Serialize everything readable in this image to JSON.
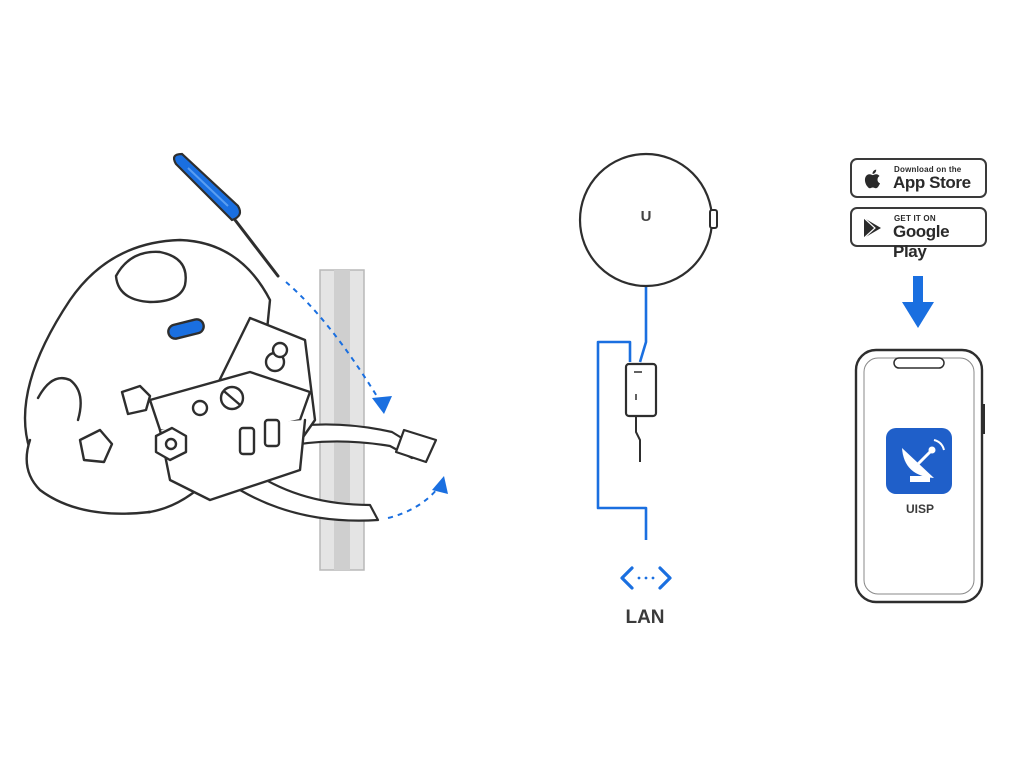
{
  "app_store": {
    "small_text": "Download on the",
    "big_text": "App Store",
    "logo_icon": "apple-icon"
  },
  "google_play": {
    "small_text": "GET IT ON",
    "big_text": "Google Play",
    "logo_icon": "play-triangle-icon"
  },
  "lan": {
    "label": "LAN",
    "icon": "network-arrows-icon"
  },
  "phone_app": {
    "label": "UISP",
    "icon": "satellite-dish-icon"
  },
  "device": {
    "logo_text": "U"
  },
  "colors": {
    "accent_blue": "#1a6fe0",
    "app_icon_blue": "#1f5fc9",
    "line_gray": "#2e2e2e",
    "pole_gray": "#d6d6d6"
  }
}
